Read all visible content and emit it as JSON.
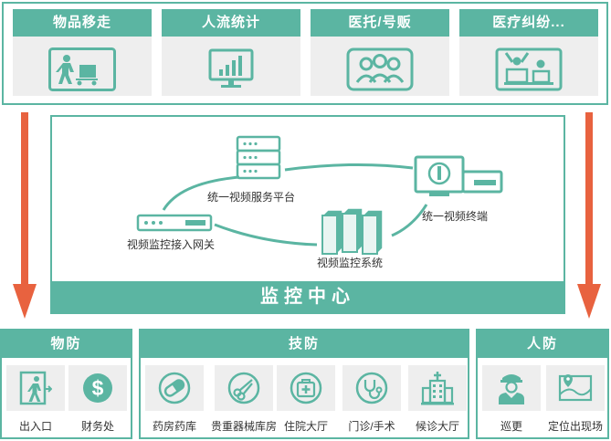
{
  "top": {
    "cards": [
      {
        "label": "物品移走",
        "icon": "person-moving-cart-icon"
      },
      {
        "label": "人流统计",
        "icon": "bar-chart-monitor-icon"
      },
      {
        "label": "医托/号贩",
        "icon": "group-people-icon"
      },
      {
        "label": "医疗纠纷...",
        "icon": "dispute-people-icon"
      }
    ]
  },
  "center": {
    "title": "监控中心",
    "nodes": {
      "platform": "统一视频服务平台",
      "terminal": "统一视频终端",
      "gateway": "视频监控接入网关",
      "system": "视频监控系统"
    }
  },
  "groups": {
    "wufang": {
      "title": "物防",
      "items": [
        {
          "label": "出入口",
          "icon": "exit-door-icon"
        },
        {
          "label": "财务处",
          "icon": "dollar-coin-icon"
        }
      ]
    },
    "jifang": {
      "title": "技防",
      "items": [
        {
          "label": "药房药库",
          "icon": "pill-icon"
        },
        {
          "label": "贵重器械库房",
          "icon": "scissors-icon"
        },
        {
          "label": "住院大厅",
          "icon": "medical-kit-icon"
        },
        {
          "label": "门诊/手术",
          "icon": "stethoscope-icon"
        },
        {
          "label": "候诊大厅",
          "icon": "hospital-building-icon"
        }
      ]
    },
    "renfang": {
      "title": "人防",
      "items": [
        {
          "label": "巡更",
          "icon": "security-guard-icon"
        },
        {
          "label": "定位出现场",
          "icon": "map-location-icon"
        }
      ]
    }
  },
  "colors": {
    "teal": "#5bb5a2",
    "arrow": "#e8623f",
    "card_bg": "#eeeeee"
  }
}
